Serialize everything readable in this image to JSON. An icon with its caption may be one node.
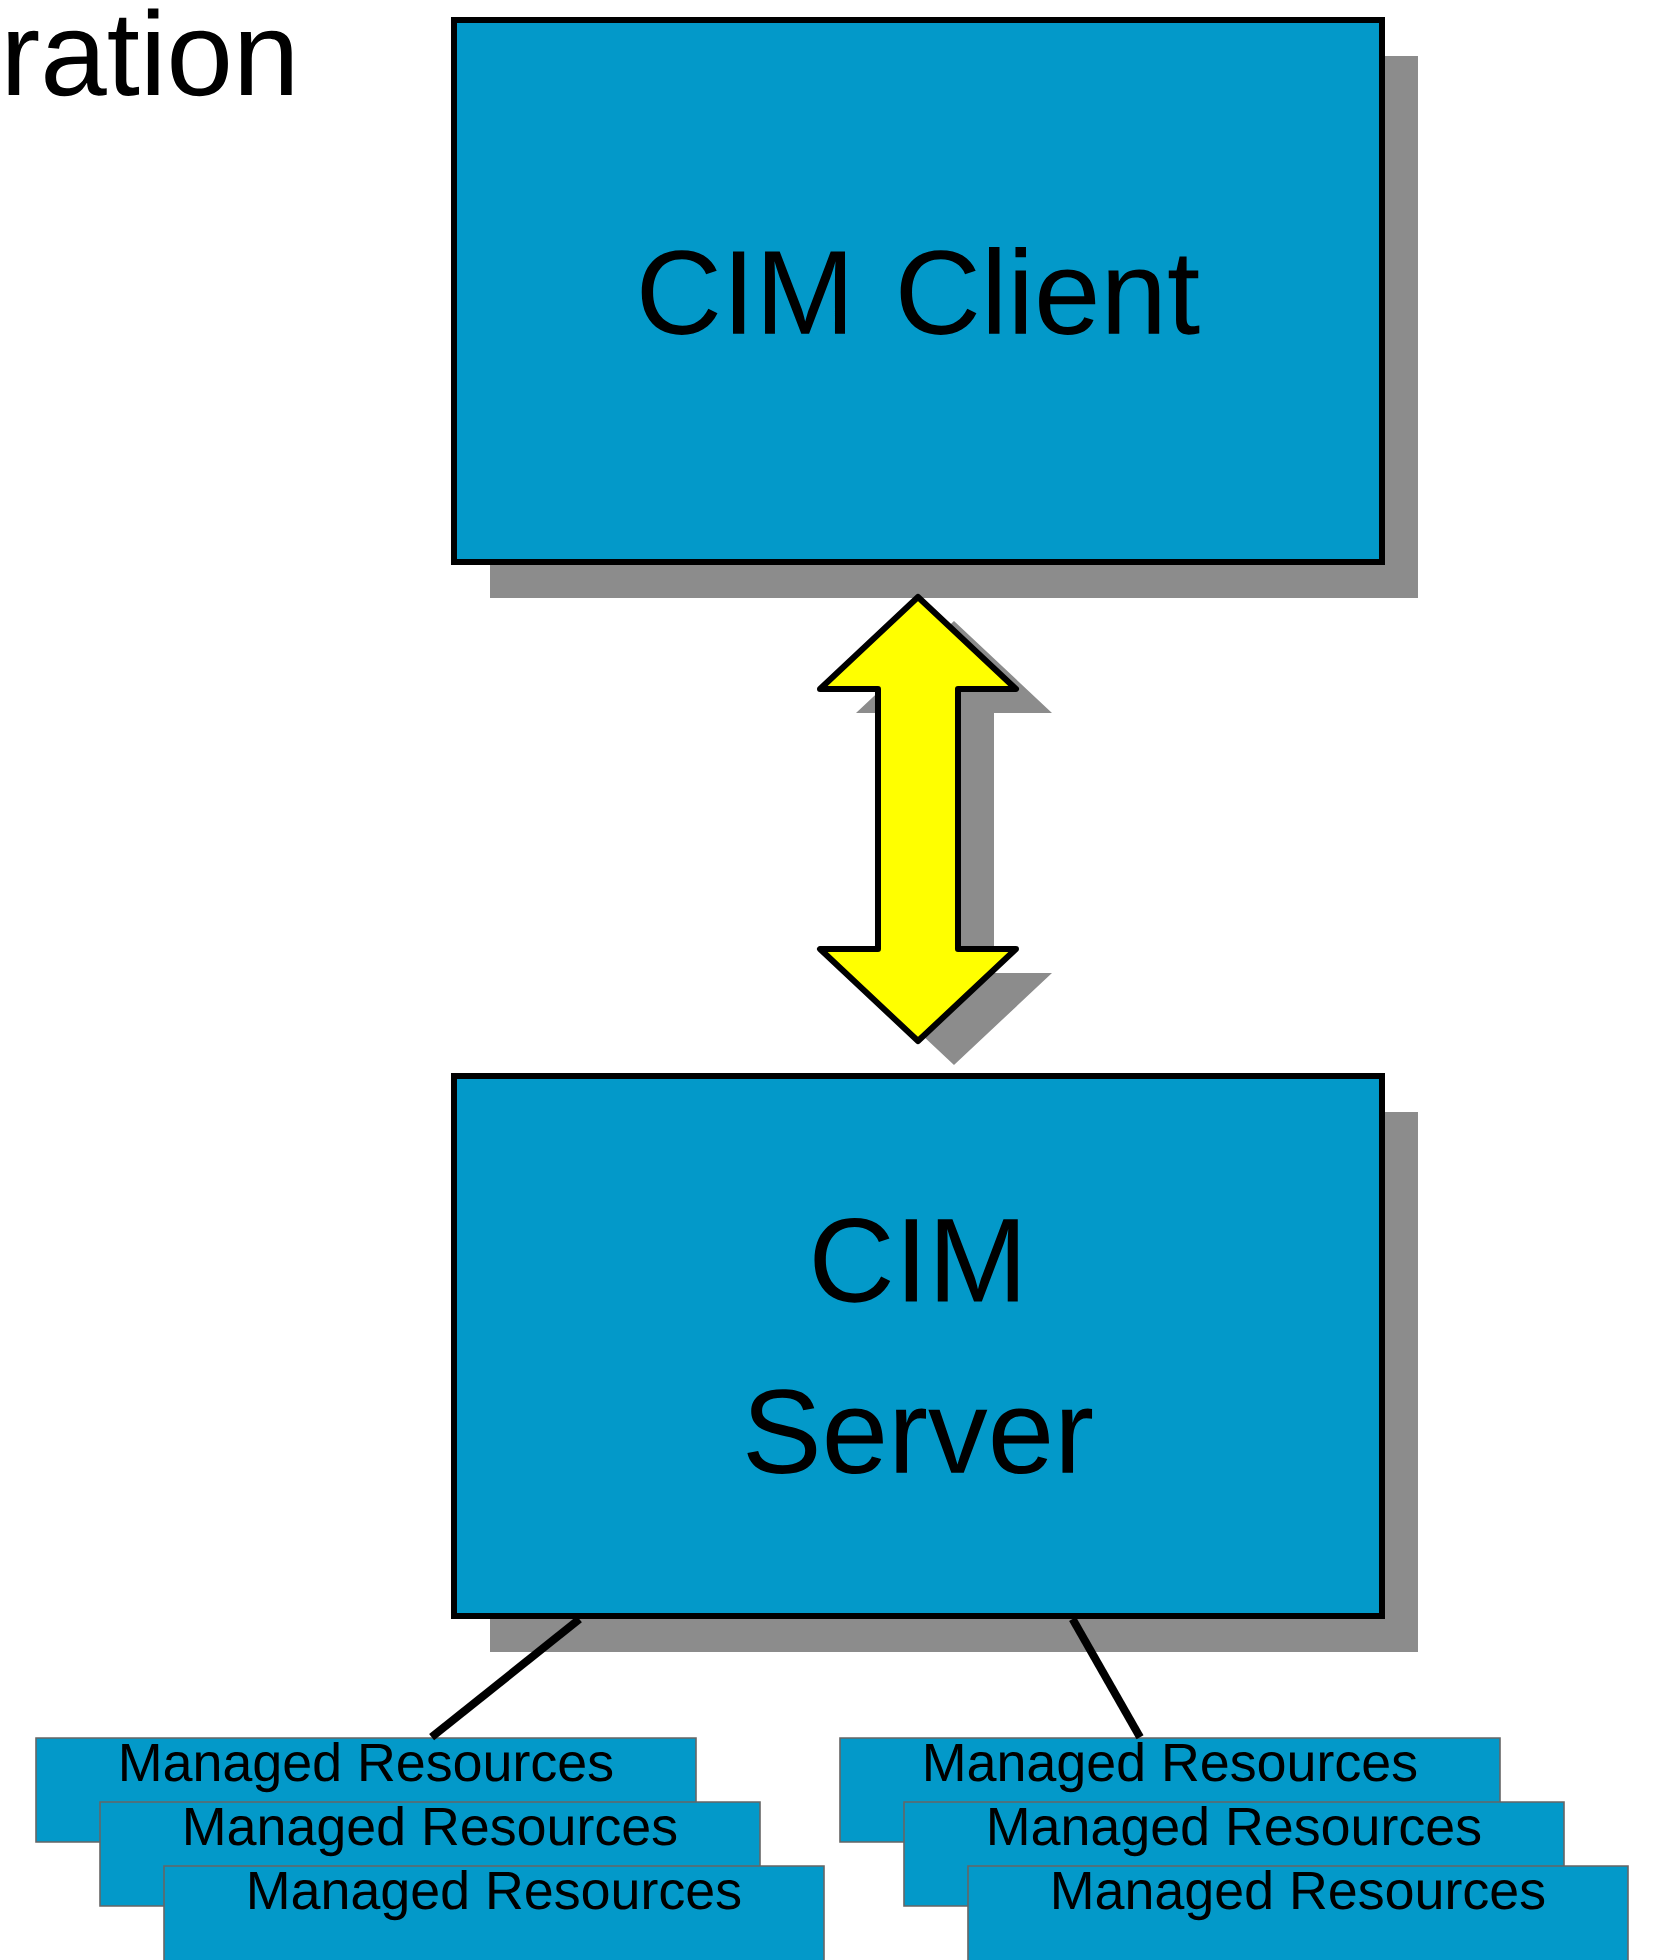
{
  "diagram": {
    "nodes": [
      {
        "text": [
          "CIM Client"
        ]
      },
      {
        "text": [
          "CIM Server"
        ]
      },
      {
        "text": [
          "Managed Resources"
        ]
      },
      {
        "text": [
          "Managed Resources"
        ]
      },
      {
        "text": [
          "Managed Resources"
        ]
      },
      {
        "text": [
          "Managed Resources"
        ]
      },
      {
        "text": [
          "Managed Resources"
        ]
      },
      {
        "text": [
          "Managed Resources"
        ]
      }
    ],
    "edges": [
      {
        "from": 0,
        "to": 1,
        "arrow": "both",
        "style": "thick",
        "color": "#ffff00"
      },
      {
        "from": 1,
        "to": 2,
        "arrow": "none"
      },
      {
        "from": 1,
        "to": 5,
        "arrow": "none"
      }
    ],
    "labels": [
      "ration"
    ]
  }
}
